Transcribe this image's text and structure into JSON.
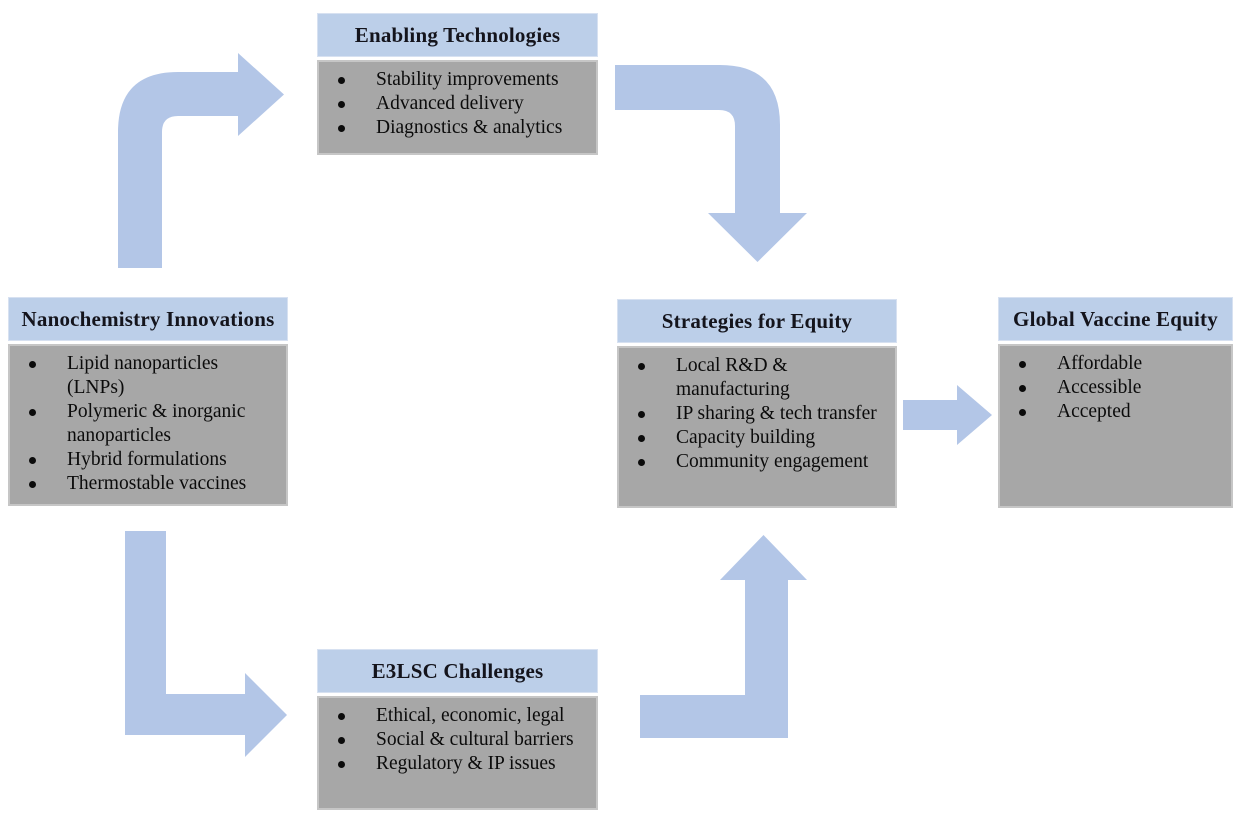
{
  "figure": {
    "background": "#ffffff",
    "description": "Flowchart: nanochemistry innovations and enabling technologies feeding strategies toward global vaccine equity"
  },
  "colors": {
    "figure_bg": "#ffffff",
    "header_fill": "#bccfe9",
    "header_border": "#d7e1f1",
    "body_fill": "#a7a7a7",
    "body_border": "#c6c6c6",
    "arrow_fill": "#b3c6e7",
    "title_text": "#14141c",
    "body_text": "#0b0b0b"
  },
  "boxes": {
    "nanochemistry_innovations": {
      "title": "Nanochemistry Innovations",
      "items": [
        "Lipid nanoparticles (LNPs)",
        "Polymeric & inorganic nanoparticles",
        "Hybrid formulations",
        "Thermostable vaccines"
      ]
    },
    "enabling_technologies": {
      "title": "Enabling Technologies",
      "items": [
        "Stability improvements",
        "Advanced delivery",
        "Diagnostics & analytics"
      ]
    },
    "strategies_for_equity": {
      "title": "Strategies for Equity",
      "items": [
        "Local R&D & manufacturing",
        "IP sharing & tech transfer",
        "Capacity building",
        "Community engagement"
      ]
    },
    "global_vaccine_equity": {
      "title": "Global Vaccine Equity",
      "items": [
        "Affordable",
        "Accessible",
        "Accepted"
      ]
    },
    "e3lsc_challenges": {
      "title": "E3LSC Challenges",
      "items": [
        "Ethical, economic, legal",
        "Social & cultural barriers",
        "Regulatory & IP issues"
      ]
    }
  },
  "arrows": [
    {
      "from": "Nanochemistry Innovations",
      "to": "Enabling Technologies",
      "shape": "up-then-right rounded elbow"
    },
    {
      "from": "Enabling Technologies",
      "to": "Strategies for Equity",
      "shape": "right-then-down rounded elbow"
    },
    {
      "from": "Strategies for Equity",
      "to": "Global Vaccine Equity",
      "shape": "straight right"
    },
    {
      "from": "Nanochemistry Innovations",
      "to": "E3LSC Challenges",
      "shape": "down-then-right elbow"
    },
    {
      "from": "E3LSC Challenges",
      "to": "Strategies for Equity",
      "shape": "right-then-up elbow"
    }
  ]
}
